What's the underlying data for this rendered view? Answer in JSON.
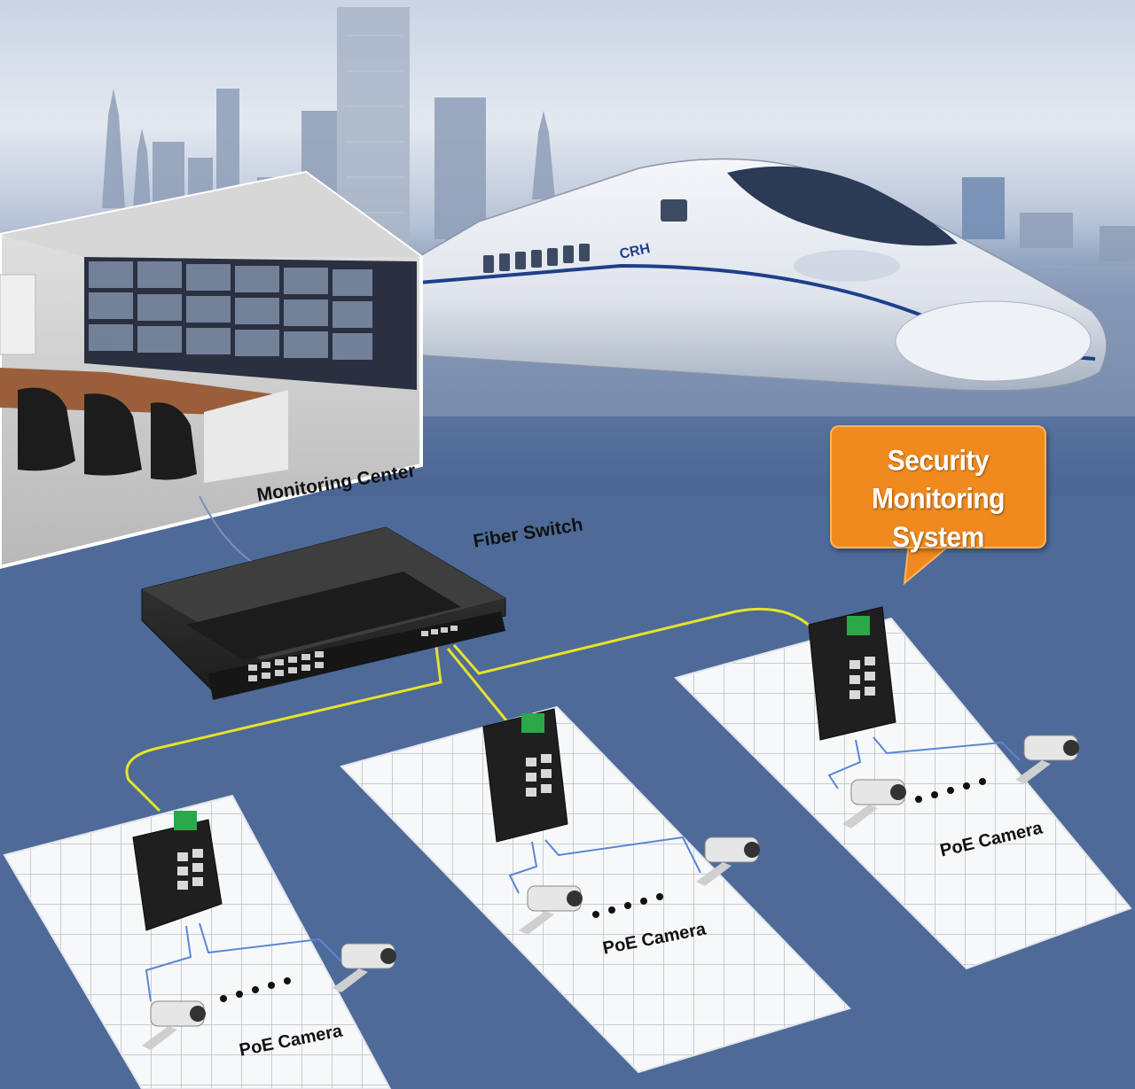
{
  "labels": {
    "monitoring_center": "Monitoring Center",
    "fiber_switch": "Fiber Switch",
    "callout_line1": "Security Monitoring",
    "callout_line2": "System",
    "poe_camera_1": "PoE Camera",
    "poe_camera_2": "PoE Camera",
    "poe_camera_3": "PoE Camera",
    "train_badge": "CRH"
  },
  "colors": {
    "background": "#4d6a98",
    "sky": "#dfe6f0",
    "fiber_cable": "#e8e22a",
    "ethernet_cable": "#5a86d6",
    "callout": "#f08a1e",
    "switch_body": "#2b2b2b"
  },
  "icons": {
    "fiber_switch": "rack-switch-icon",
    "industrial_switch": "din-rail-switch-icon",
    "camera": "cctv-camera-icon"
  }
}
